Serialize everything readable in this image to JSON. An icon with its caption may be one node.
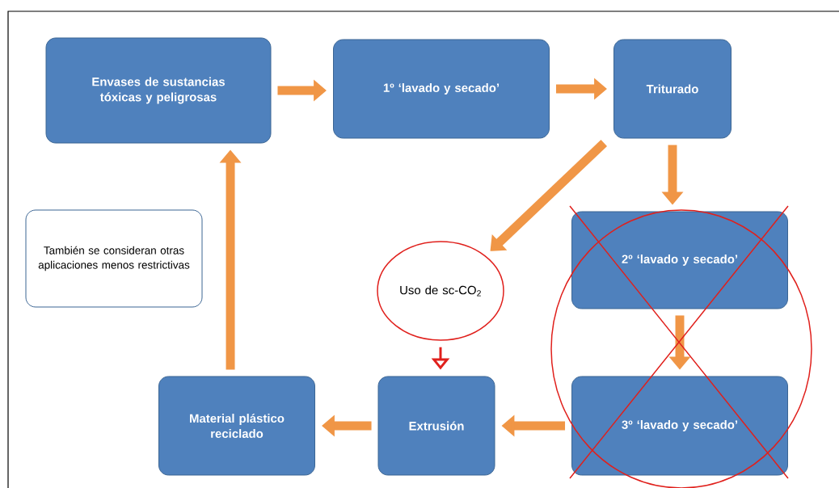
{
  "diagram": {
    "nodes": [
      {
        "text": [
          "Envases de sustancias tóxicas y peligrosas"
        ]
      },
      {
        "text": [
          "1º ‘lavado y secado’"
        ]
      },
      {
        "text": [
          "Triturado"
        ]
      },
      {
        "text": [
          "También se consideran otras aplicaciones menos restrictivas"
        ]
      },
      {
        "text": [
          "Uso de sc-CO$_{2}$"
        ]
      },
      {
        "text": [
          "2º ‘lavado y secado’"
        ]
      },
      {
        "text": [
          "3º ‘lavado y secado’"
        ]
      },
      {
        "text": [
          "Extrusión"
        ]
      },
      {
        "text": [
          "Material plástico reciclado"
        ]
      }
    ],
    "edges": [
      {
        "from": 0,
        "to": 1,
        "arrow": "to"
      },
      {
        "from": 1,
        "to": 2,
        "arrow": "to"
      },
      {
        "from": 2,
        "to": 4,
        "arrow": "to"
      },
      {
        "from": 2,
        "to": 5,
        "arrow": "to"
      },
      {
        "from": 5,
        "to": 6,
        "arrow": "to"
      },
      {
        "from": 4,
        "to": 7,
        "arrow": "to",
        "color": "#e0201c"
      },
      {
        "from": 6,
        "to": 7,
        "arrow": "to"
      },
      {
        "from": 7,
        "to": 8,
        "arrow": "to"
      },
      {
        "from": 8,
        "to": 0,
        "arrow": "to"
      }
    ]
  }
}
